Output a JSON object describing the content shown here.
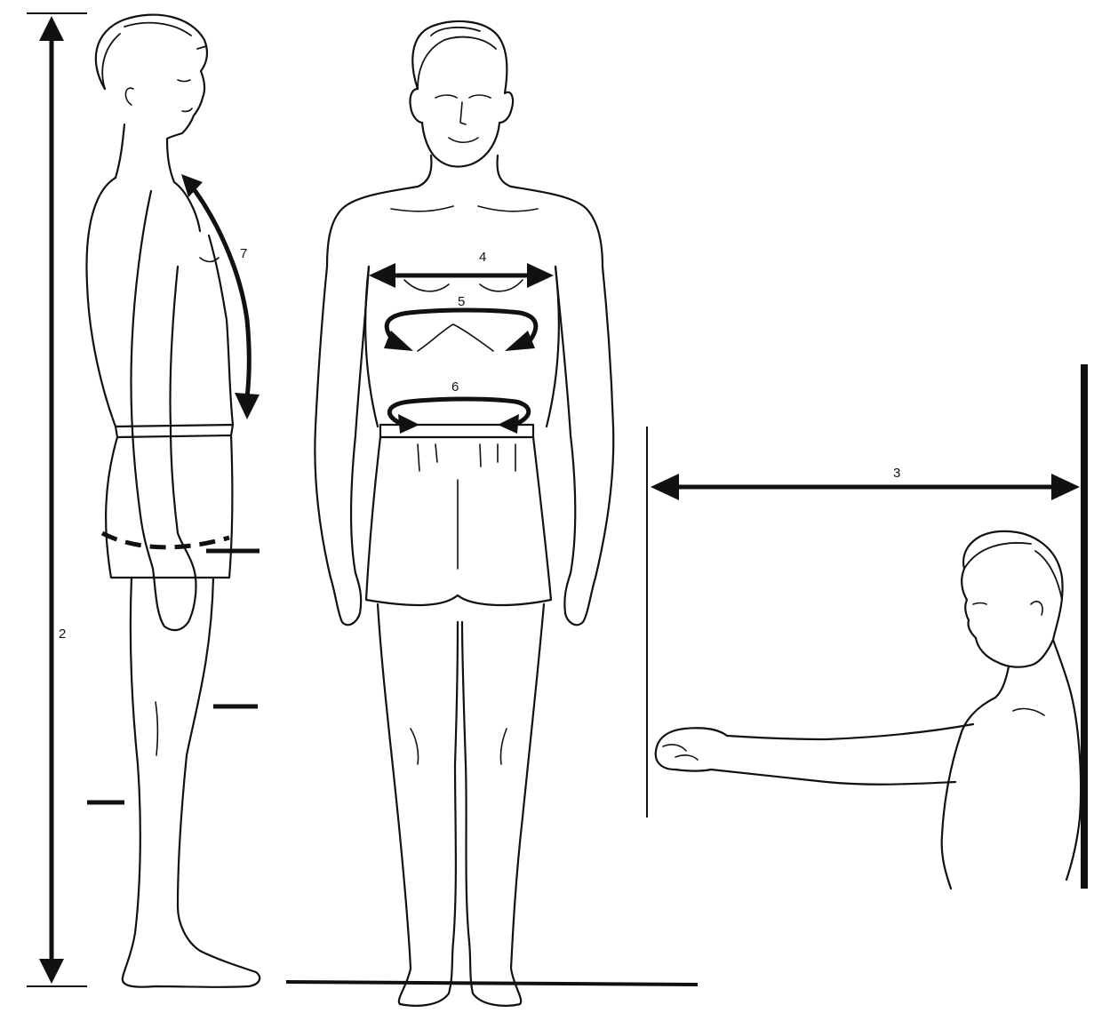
{
  "labels": {
    "height": "2",
    "arm_reach": "3",
    "chest": "4",
    "under_bust": "5",
    "waist": "6",
    "torso_length": "7"
  },
  "colors": {
    "ink": "#111111",
    "background": "#ffffff"
  }
}
